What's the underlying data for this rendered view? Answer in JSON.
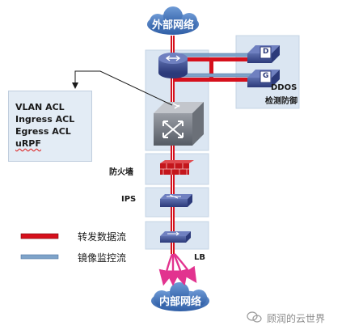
{
  "clouds": {
    "external": "外部网络",
    "internal": "内部网络"
  },
  "ddos": {
    "line1": "DDOS",
    "line2": "检测防御",
    "icon_d": "D",
    "icon_g": "G"
  },
  "acl_box": {
    "lines": [
      "VLAN ACL",
      "Ingress ACL",
      "Egress ACL",
      "uRPF"
    ]
  },
  "devices": {
    "firewall": "防火墙",
    "ips": "IPS",
    "lb": "LB"
  },
  "legend": {
    "forward": "转发数据流",
    "mirror": "镜像监控流"
  },
  "watermark": "顾润的云世界",
  "colors": {
    "forward_flow": "#d6101c",
    "mirror_flow": "#7ea3c9",
    "cloud": "#3f6fb5",
    "device_panel": "#dbe6f2",
    "exit_arrows": "#e2338f"
  },
  "icons": [
    "cloud-icon",
    "router-icon",
    "core-switch-icon",
    "firewall-icon",
    "ips-icon",
    "lb-icon",
    "ddos-device-icon"
  ]
}
